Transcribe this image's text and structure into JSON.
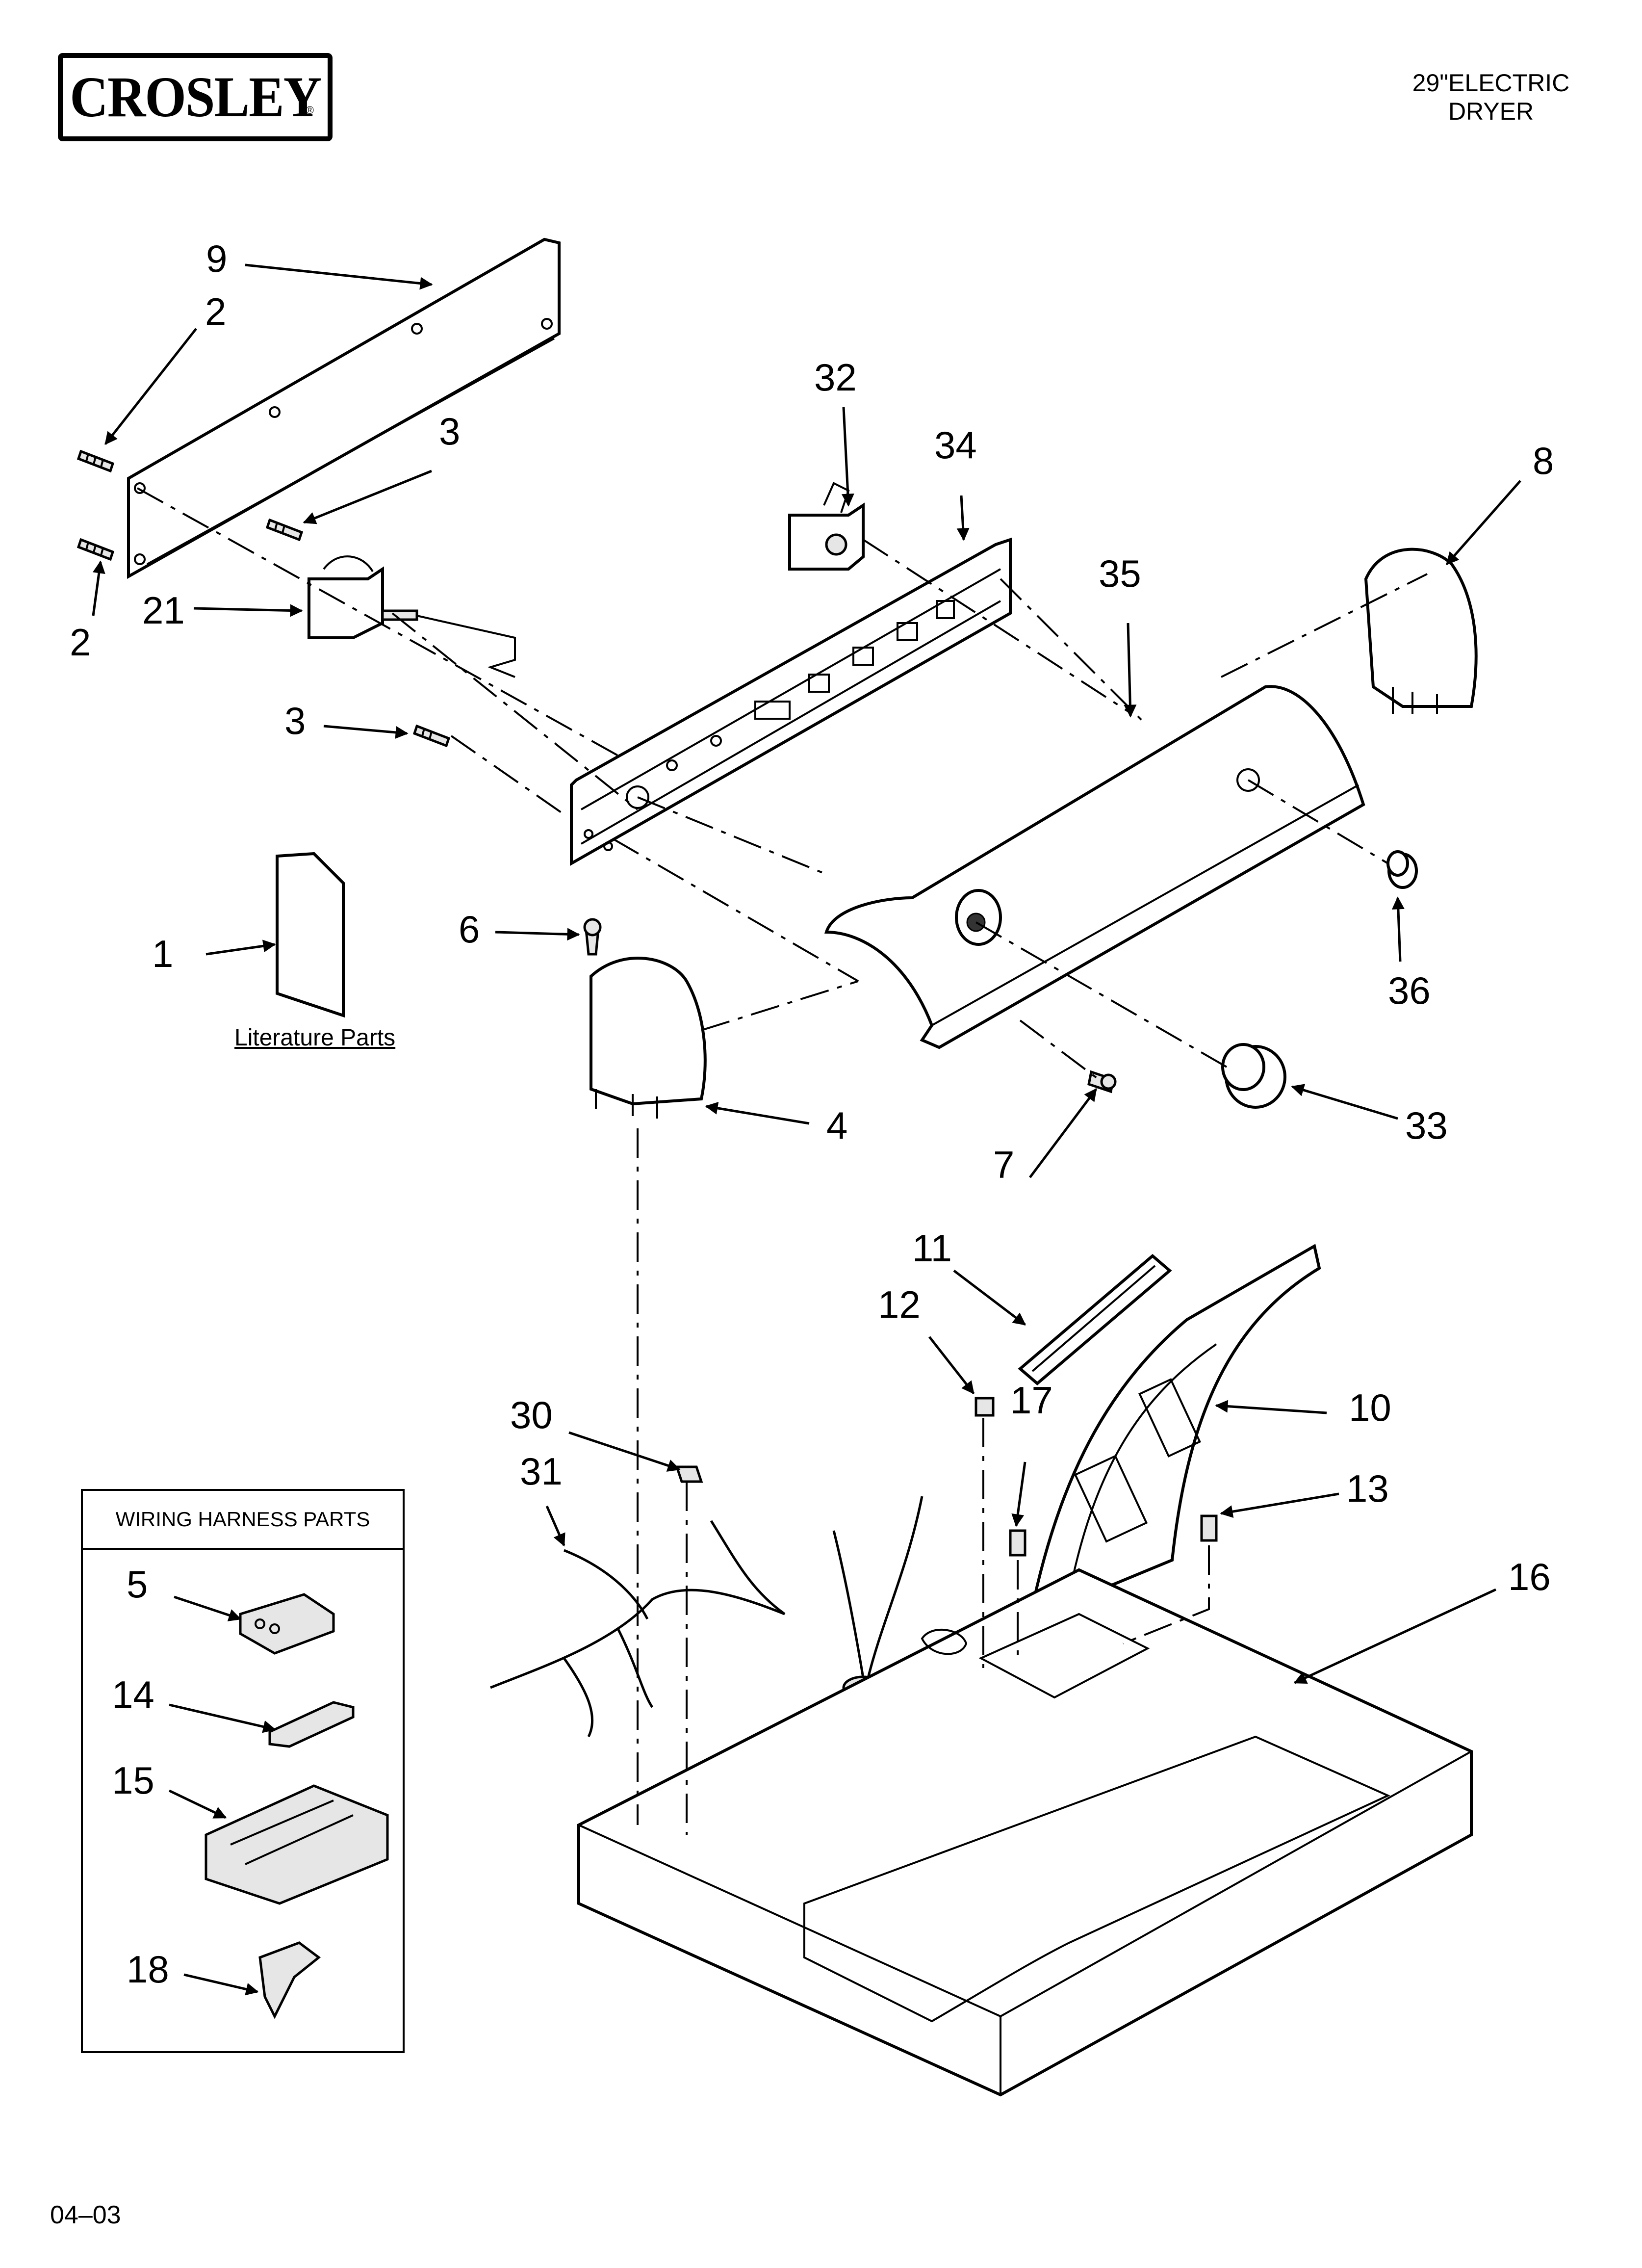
{
  "header": {
    "brand": "CROSLEY",
    "brand_mark": "®",
    "model_line1": "29\"ELECTRIC",
    "model_line2": "DRYER"
  },
  "callouts": {
    "c1": "1",
    "c2a": "2",
    "c2b": "2",
    "c3a": "3",
    "c3b": "3",
    "c4": "4",
    "c5": "5",
    "c6": "6",
    "c7": "7",
    "c8": "8",
    "c9": "9",
    "c10": "10",
    "c11": "11",
    "c12": "12",
    "c13": "13",
    "c14": "14",
    "c15": "15",
    "c16": "16",
    "c17": "17",
    "c18": "18",
    "c21": "21",
    "c30": "30",
    "c31": "31",
    "c32": "32",
    "c33": "33",
    "c34": "34",
    "c35": "35",
    "c36": "36"
  },
  "literature_label": "Literature Parts",
  "wiring_harness_title": "WIRING HARNESS PARTS",
  "footer_code": "04–03"
}
